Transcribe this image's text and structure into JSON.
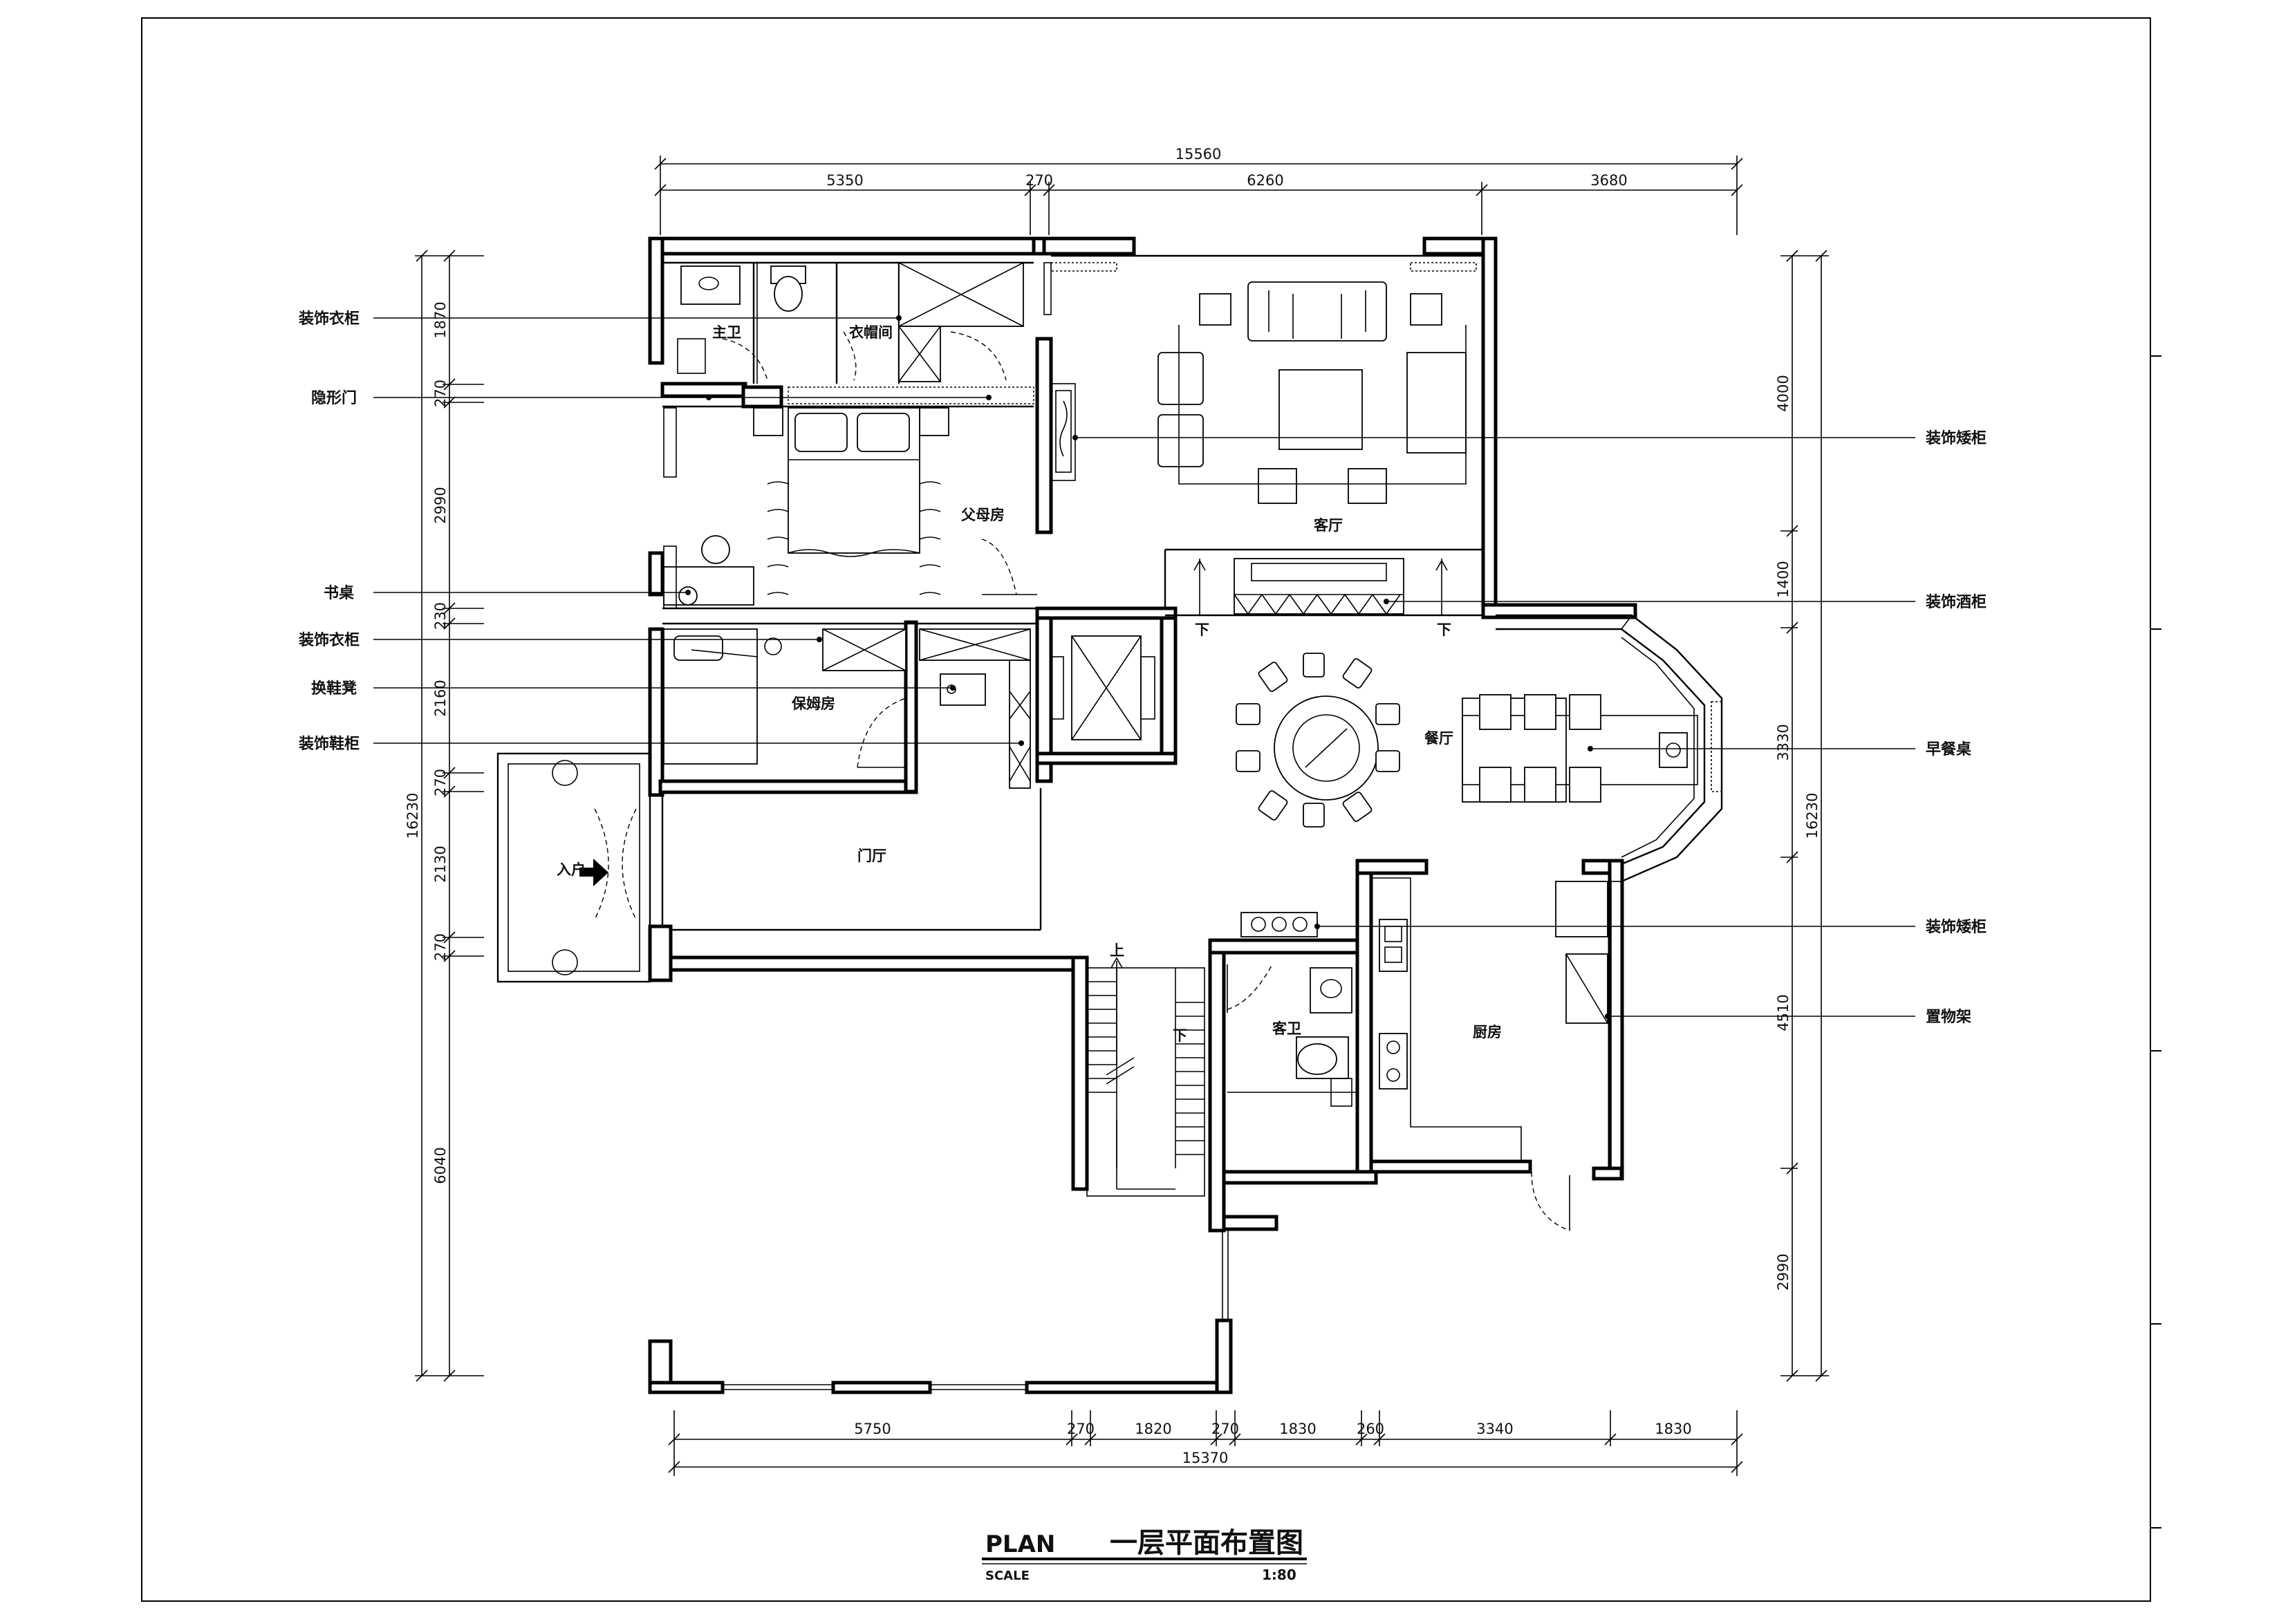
{
  "dimensions": {
    "top_total": "15560",
    "top_segments": [
      "5350",
      "270",
      "6260",
      "3680"
    ],
    "bottom_segments": [
      "5750",
      "270",
      "1820",
      "270",
      "1830",
      "260",
      "3340",
      "1830"
    ],
    "bottom_total": "15370",
    "left_segments": [
      "1870",
      "270",
      "2990",
      "230",
      "2160",
      "270",
      "2130",
      "270",
      "6040"
    ],
    "left_total": "16230",
    "right_segments": [
      "4000",
      "1400",
      "3330",
      "4510",
      "2990"
    ],
    "right_total": "16230"
  },
  "rooms": {
    "master_bath": "主卫",
    "cloakroom": "衣帽间",
    "parents_room": "父母房",
    "living_room": "客厅",
    "nanny_room": "保姆房",
    "dining_room": "餐厅",
    "foyer": "门厅",
    "guest_bath": "客卫",
    "kitchen": "厨房",
    "entry": "入户",
    "stair_up": "上",
    "stair_down": "下"
  },
  "callouts_left": [
    "装饰衣柜",
    "隐形门",
    "书桌",
    "装饰衣柜",
    "换鞋凳",
    "装饰鞋柜"
  ],
  "callouts_right": [
    "装饰矮柜",
    "装饰酒柜",
    "早餐桌",
    "装饰矮柜",
    "置物架"
  ],
  "title_block": {
    "plan_label": "PLAN",
    "title": "一层平面布置图",
    "scale_label": "SCALE",
    "scale_value": "1:80"
  }
}
